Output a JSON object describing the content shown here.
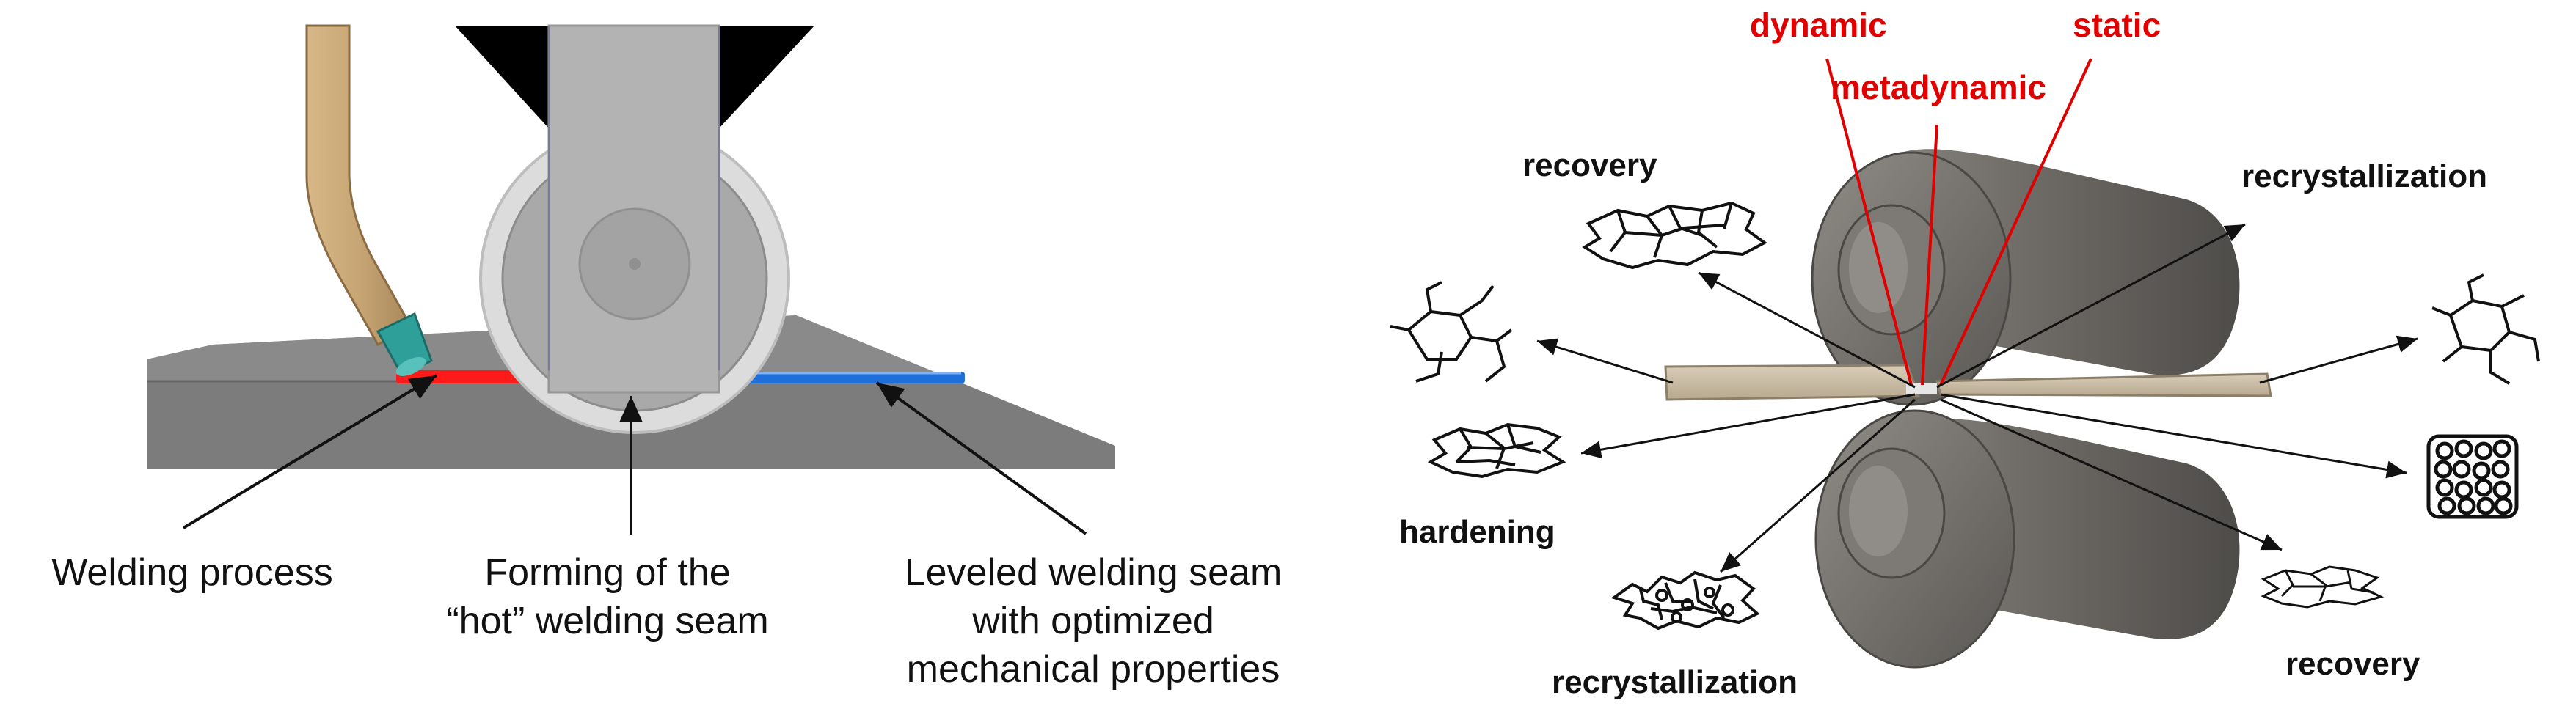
{
  "left_panel": {
    "labels": {
      "welding_process": "Welding process",
      "forming_line1": "Forming of the",
      "forming_line2": "“hot” welding seam",
      "leveled_line1": "Leveled welding seam",
      "leveled_line2": "with optimized",
      "leveled_line3": "mechanical properties"
    }
  },
  "right_panel": {
    "labels": {
      "dynamic": "dynamic",
      "metadynamic": "metadynamic",
      "static": "static",
      "recovery_top": "recovery",
      "recrystallization_top": "recrystallization",
      "hardening": "hardening",
      "recrystallization_bottom": "recrystallization",
      "recovery_bottom": "recovery"
    }
  },
  "colors": {
    "hot_seam": "#ff1a1a",
    "cool_seam": "#1e6fd9",
    "process_labels": "#e00000",
    "torch": "#c8a574",
    "nozzle": "#2f9f9a",
    "plate": "#7b7b7b",
    "roll": "#6d6a66"
  }
}
